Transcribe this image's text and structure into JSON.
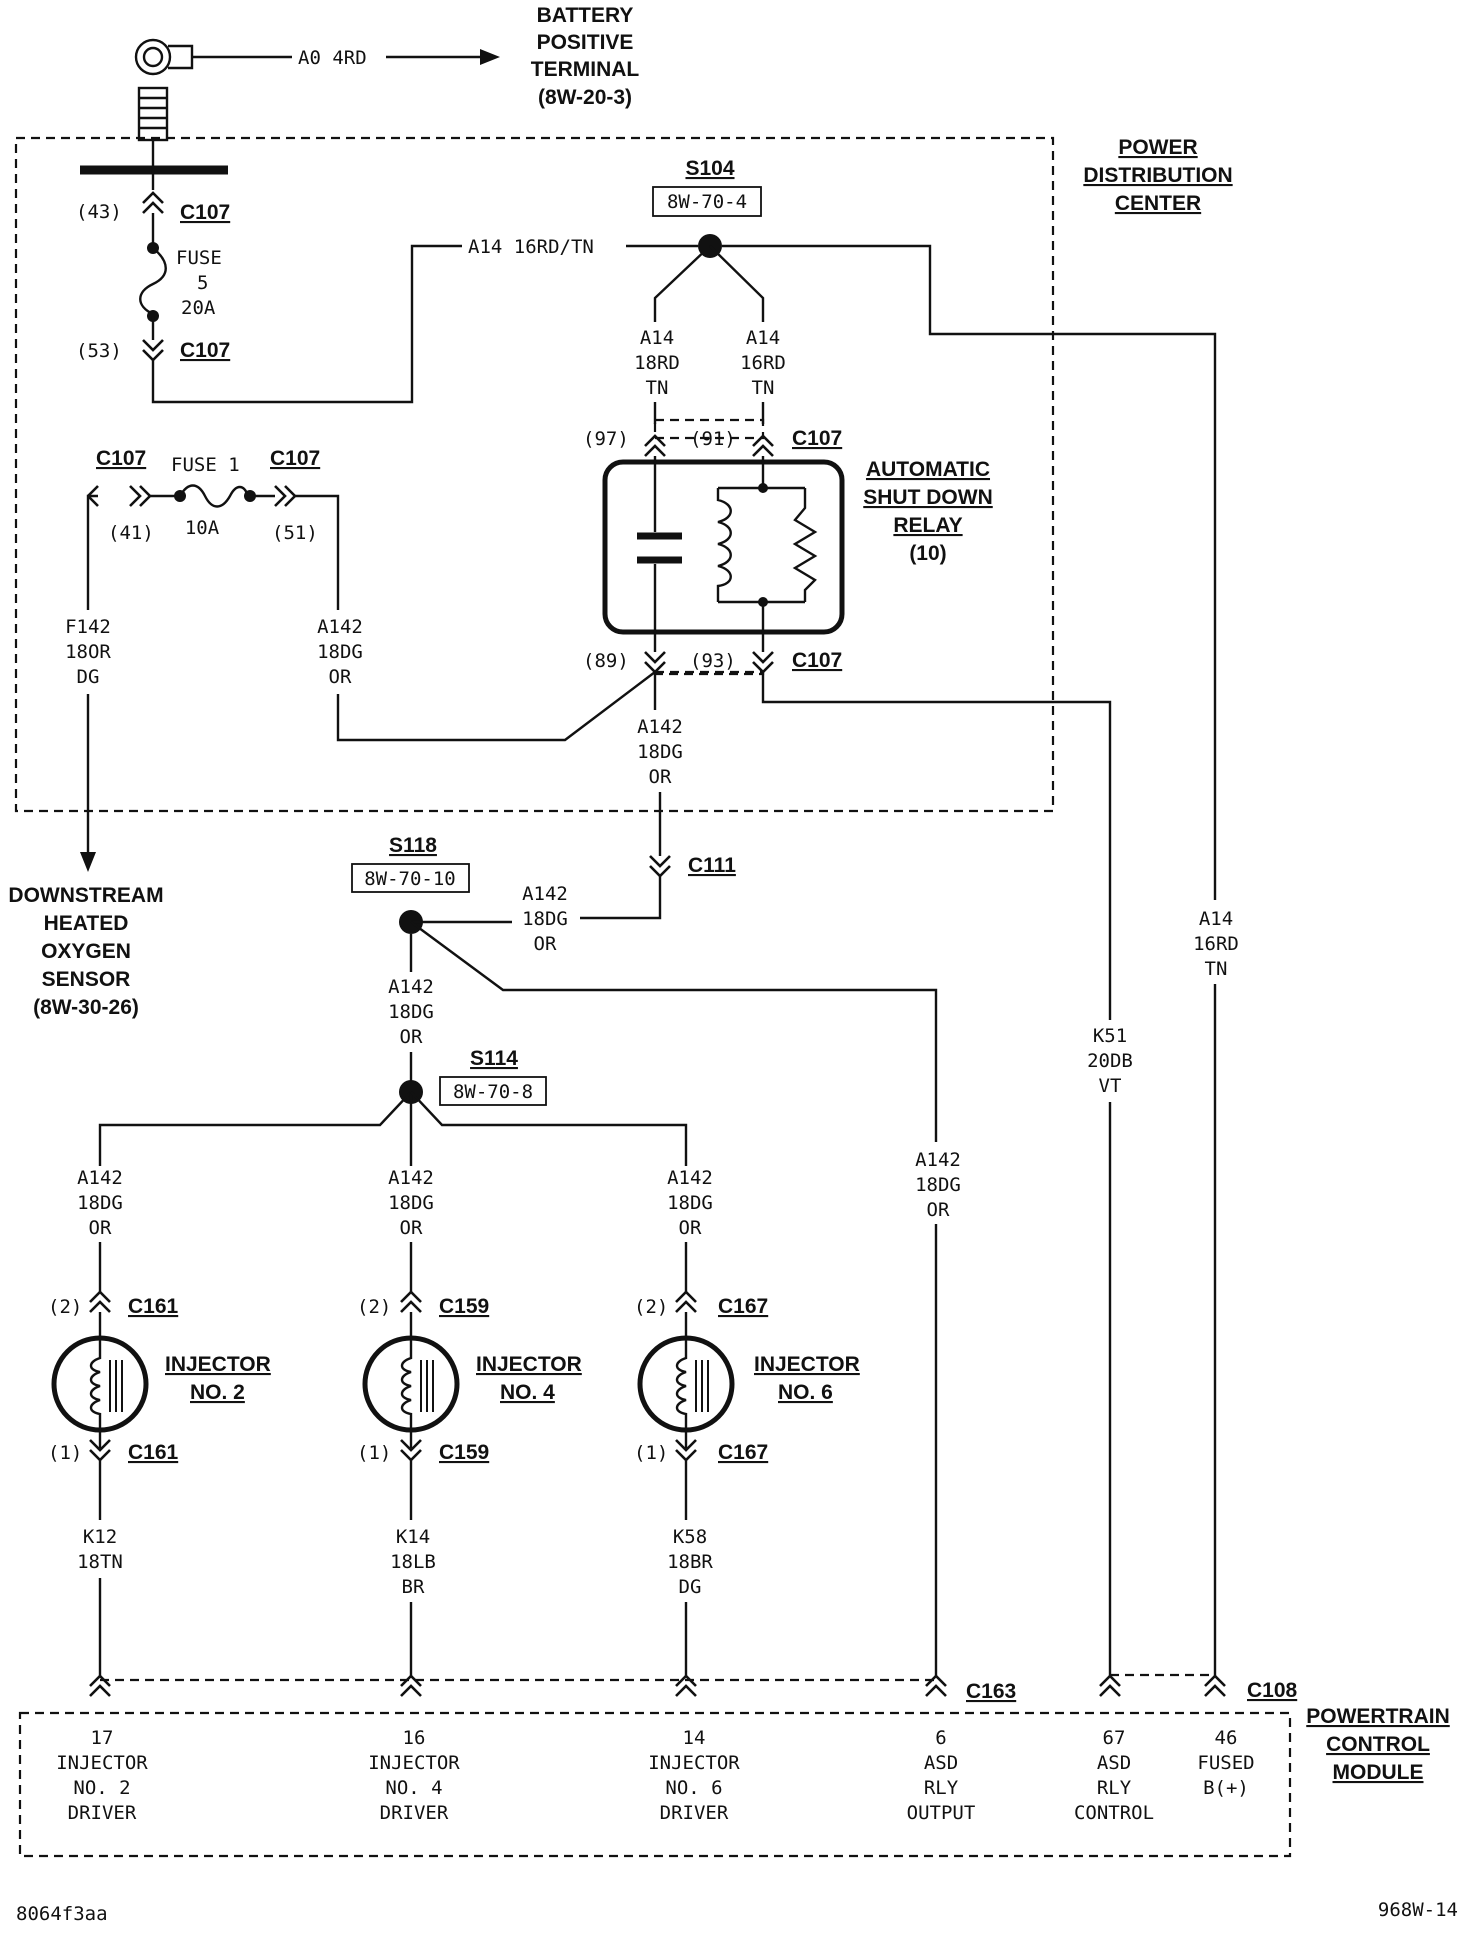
{
  "battery": {
    "wire": "A0 4RD",
    "label": [
      "BATTERY",
      "POSITIVE",
      "TERMINAL",
      "(8W-20-3)"
    ]
  },
  "pdc": {
    "label": [
      "POWER",
      "DISTRIBUTION",
      "CENTER"
    ]
  },
  "fuse5": {
    "pin_in": "(43)",
    "pin_out": "(53)",
    "connector": "C107",
    "label": [
      "FUSE",
      "5",
      "20A"
    ]
  },
  "fuse1": {
    "connector": "C107",
    "label": "FUSE 1",
    "rating": "10A",
    "pin_left": "(41)",
    "pin_right": "(51)"
  },
  "s104": {
    "name": "S104",
    "ref": "8W-70-4",
    "wire_in": "A14 16RD/TN"
  },
  "asd_feed": {
    "left": [
      "A14",
      "18RD",
      "TN"
    ],
    "right": [
      "A14",
      "16RD",
      "TN"
    ]
  },
  "relay": {
    "label": [
      "AUTOMATIC",
      "SHUT DOWN",
      "RELAY",
      "(10)"
    ],
    "pins_top": [
      "(97)",
      "(91)"
    ],
    "pins_bottom": [
      "(89)",
      "(93)"
    ],
    "connector": "C107"
  },
  "wire_f142": [
    "F142",
    "18OR",
    "DG"
  ],
  "wire_a142_fuse": [
    "A142",
    "18DG",
    "OR"
  ],
  "wire_a142_pdc": [
    "A142",
    "18DG",
    "OR"
  ],
  "sensor": {
    "label": [
      "DOWNSTREAM",
      "HEATED",
      "OXYGEN",
      "SENSOR",
      "(8W-30-26)"
    ]
  },
  "c111": "C111",
  "s118": {
    "name": "S118",
    "ref": "8W-70-10",
    "wire_in": [
      "A142",
      "18DG",
      "OR"
    ]
  },
  "wire_a142_s118_down": [
    "A142",
    "18DG",
    "OR"
  ],
  "s114": {
    "name": "S114",
    "ref": "8W-70-8"
  },
  "wire_a142_asd_out": [
    "A142",
    "18DG",
    "OR"
  ],
  "wire_k51": [
    "K51",
    "20DB",
    "VT"
  ],
  "wire_a14_fused": [
    "A14",
    "16RD",
    "TN"
  ],
  "injectors": [
    {
      "feed": [
        "A142",
        "18DG",
        "OR"
      ],
      "connector": "C161",
      "pin_top": "(2)",
      "pin_bottom": "(1)",
      "label": [
        "INJECTOR",
        "NO. 2"
      ],
      "wire_out": [
        "K12",
        "18TN"
      ]
    },
    {
      "feed": [
        "A142",
        "18DG",
        "OR"
      ],
      "connector": "C159",
      "pin_top": "(2)",
      "pin_bottom": "(1)",
      "label": [
        "INJECTOR",
        "NO. 4"
      ],
      "wire_out": [
        "K14",
        "18LB",
        "BR"
      ]
    },
    {
      "feed": [
        "A142",
        "18DG",
        "OR"
      ],
      "connector": "C167",
      "pin_top": "(2)",
      "pin_bottom": "(1)",
      "label": [
        "INJECTOR",
        "NO. 6"
      ],
      "wire_out": [
        "K58",
        "18BR",
        "DG"
      ]
    }
  ],
  "pcm": {
    "label": [
      "POWERTRAIN",
      "CONTROL",
      "MODULE"
    ],
    "connectors": [
      "C163",
      "C108"
    ],
    "pins": [
      {
        "lines": [
          "17",
          "INJECTOR",
          "NO. 2",
          "DRIVER"
        ]
      },
      {
        "lines": [
          "16",
          "INJECTOR",
          "NO. 4",
          "DRIVER"
        ]
      },
      {
        "lines": [
          "14",
          "INJECTOR",
          "NO. 6",
          "DRIVER"
        ]
      },
      {
        "lines": [
          "6",
          "ASD",
          "RLY",
          "OUTPUT"
        ]
      },
      {
        "lines": [
          "67",
          "ASD",
          "RLY",
          "CONTROL"
        ]
      },
      {
        "lines": [
          "46",
          "FUSED",
          "B(+)"
        ]
      }
    ]
  },
  "footer": {
    "left": "8064f3aa",
    "right": "968W-14"
  }
}
